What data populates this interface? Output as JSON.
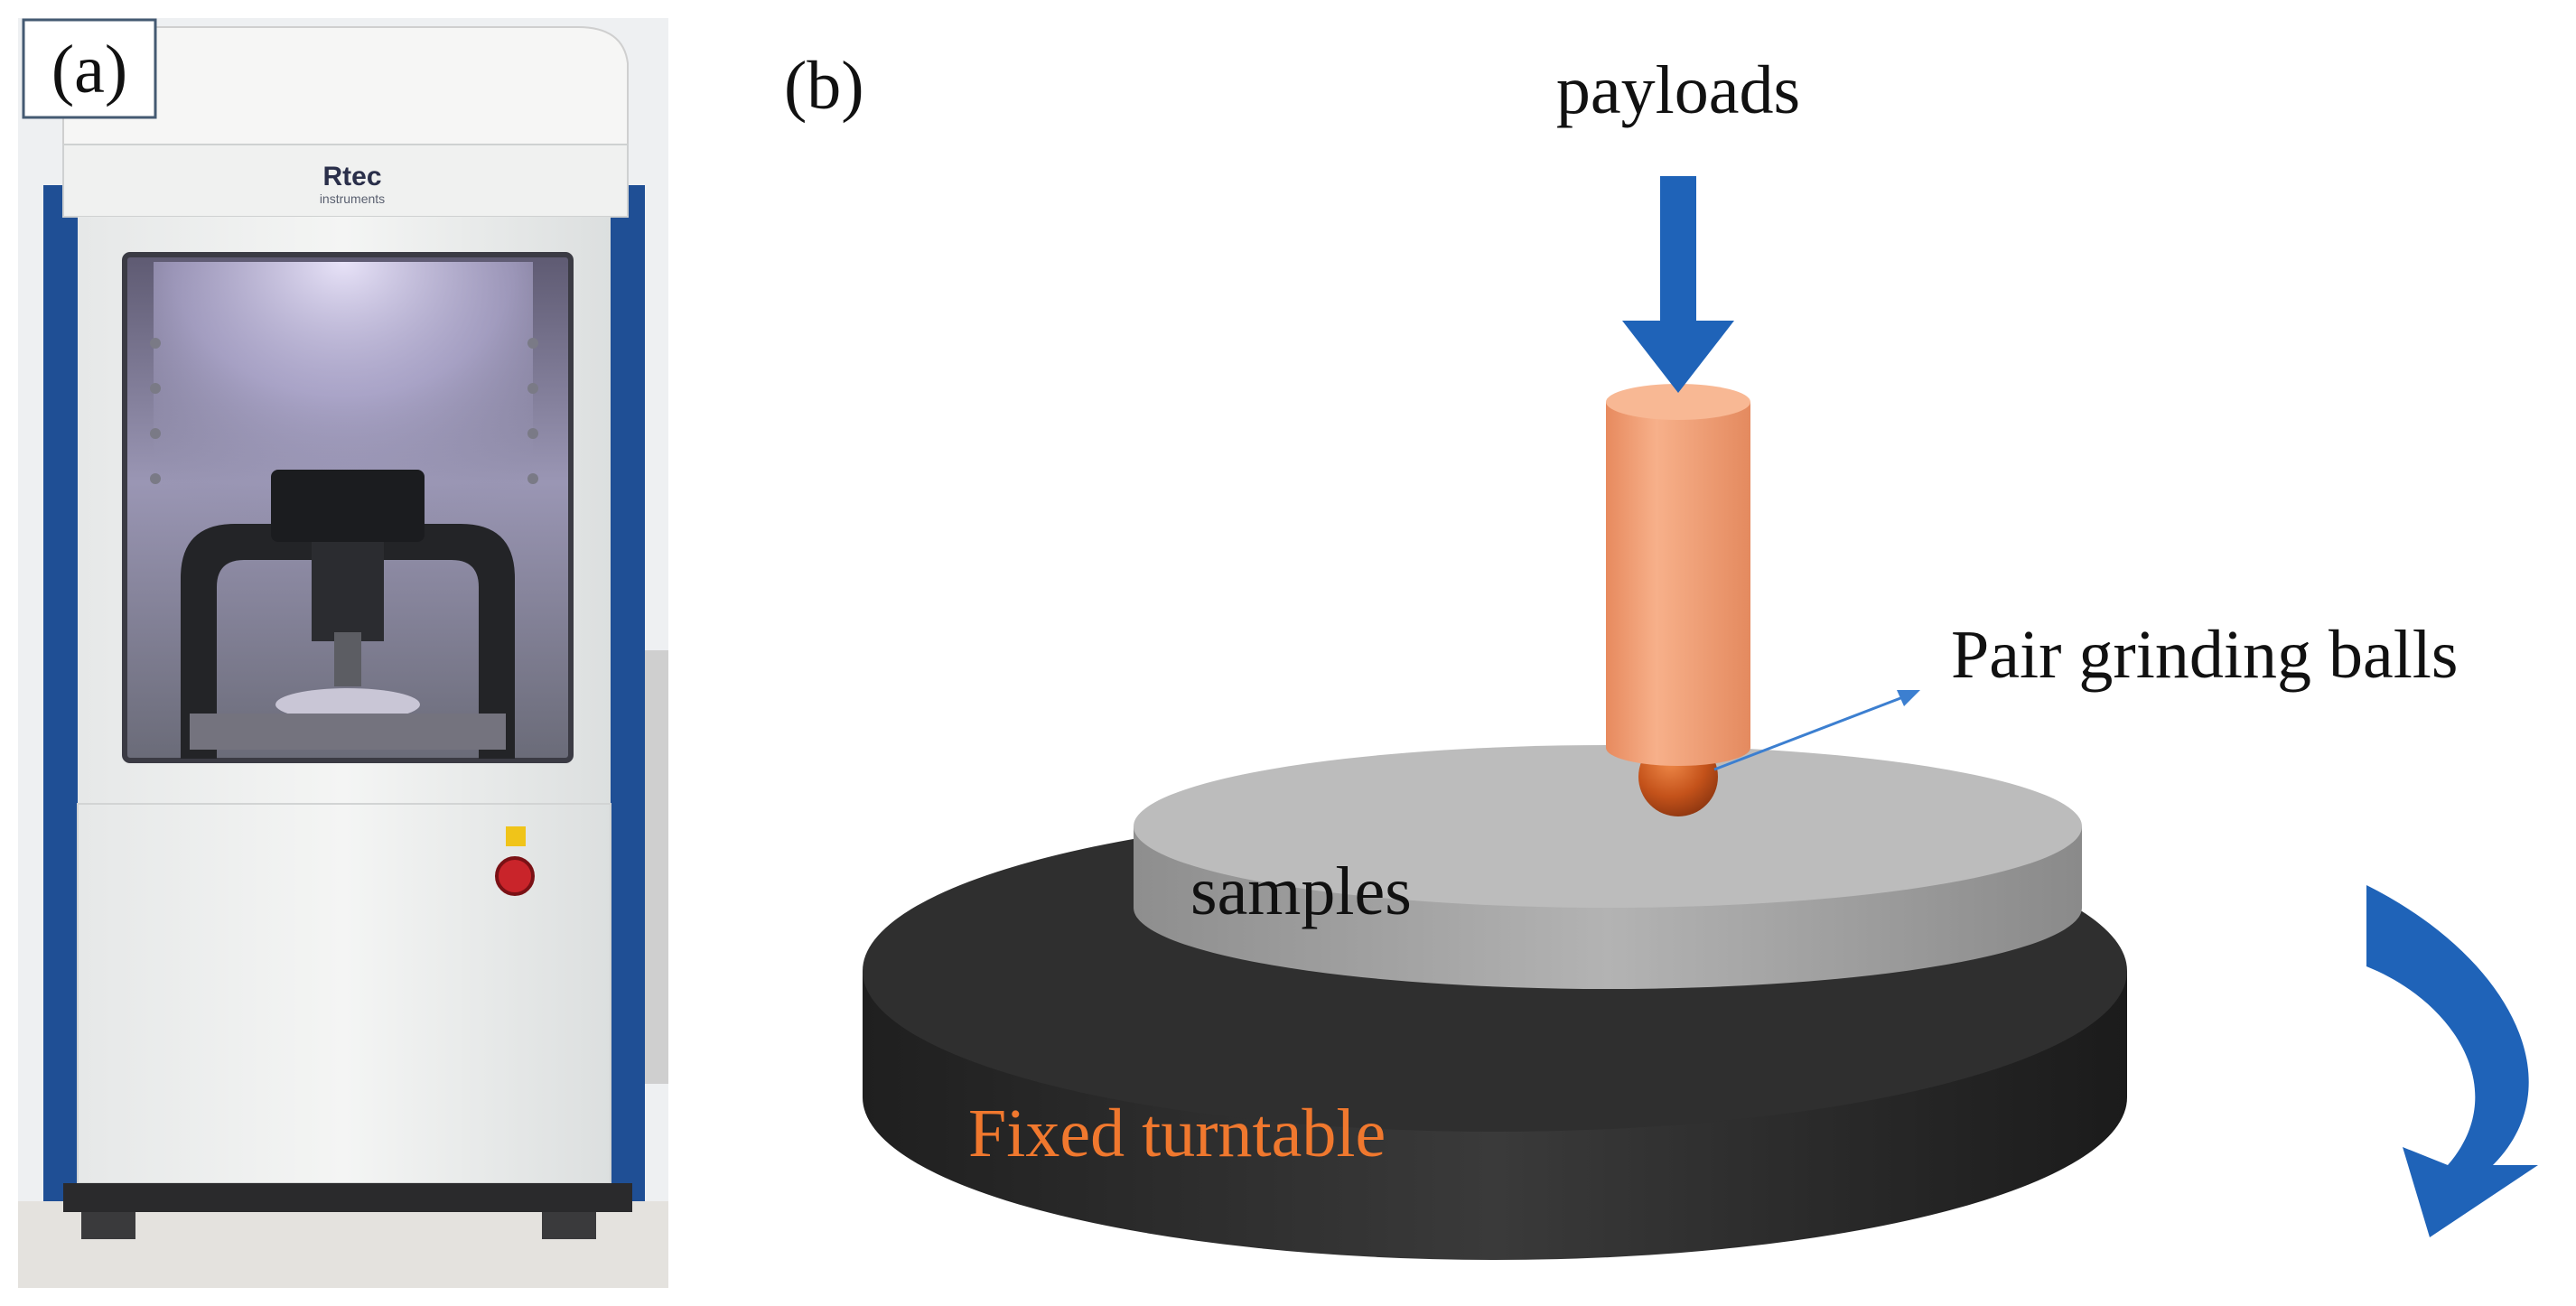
{
  "panel_a": {
    "label": "(a)",
    "brand_name": "Rtec",
    "brand_sub": "instruments"
  },
  "panel_b": {
    "label": "(b)",
    "labels": {
      "payloads": "payloads",
      "balls": "Pair grinding balls",
      "samples": "samples",
      "turntable": "Fixed turntable"
    },
    "colors": {
      "arrow": "#1f63b8",
      "pin": "#f2a077",
      "ball": "#c4521a",
      "sample": "#a9a9a9",
      "turntable": "#2b2b2b",
      "turntable_label": "#f0782e",
      "pointer_line": "#3c7fd0"
    }
  }
}
